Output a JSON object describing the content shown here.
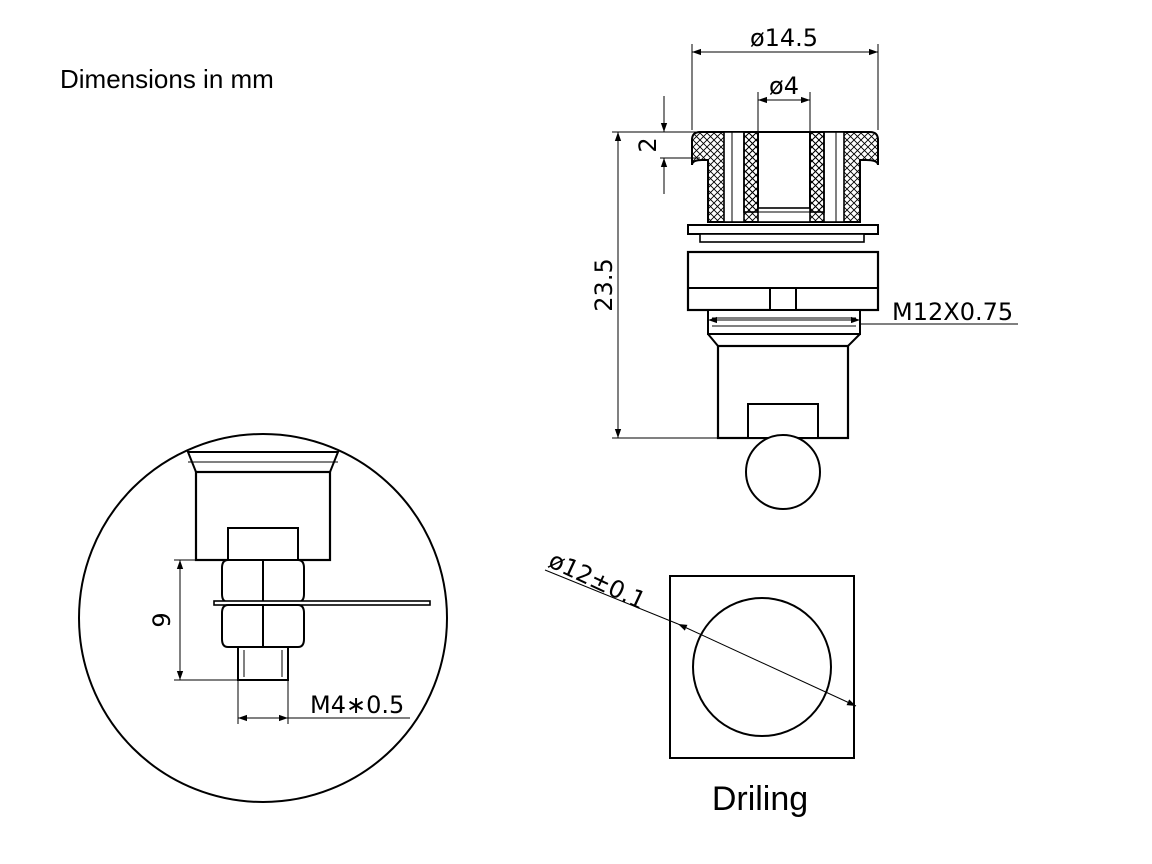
{
  "header": {
    "units_note": "Dimensions in mm"
  },
  "side_view": {
    "dim_outer_diameter": "ø14.5",
    "dim_hole_diameter": "ø4",
    "dim_flange": "2",
    "dim_length": "23.5",
    "dim_thread": "M12X0.75"
  },
  "detail_view": {
    "dim_height": "9",
    "dim_thread": "M4∗0.5"
  },
  "drilling_view": {
    "dim_hole": "ø12±0.1",
    "caption": "Driling"
  }
}
